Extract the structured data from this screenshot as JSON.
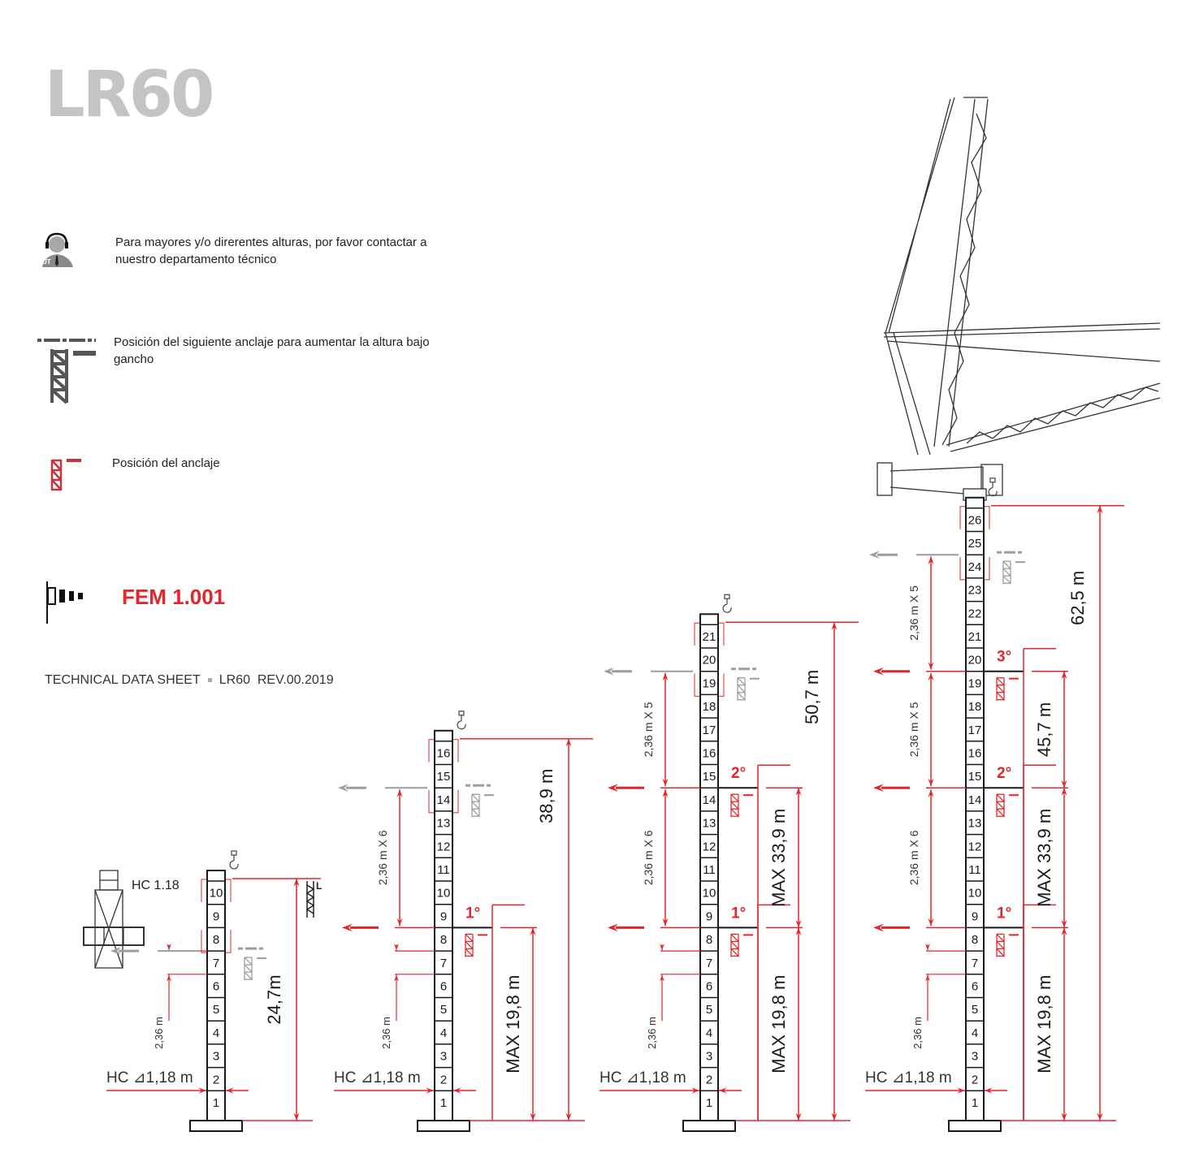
{
  "title": "LR60",
  "legend": {
    "contact": "Para mayores y/o direrentes alturas, por favor contactar a nuestro departamento técnico",
    "contact_badge": "UT",
    "next_anchor": "Posición del siguiente anclaje para aumentar la altura bajo gancho",
    "anchor": "Posición del anclaje"
  },
  "fem": "FEM 1.001",
  "footer": {
    "left": "TECHNICAL DATA SHEET",
    "right": "LR60  REV.00.2019"
  },
  "hc_detail": {
    "label": "HC 1.18",
    "l_label": "L"
  },
  "colors": {
    "red": "#e3262b",
    "gray": "#9d9d9d",
    "dark": "#1a1a1a"
  },
  "towers": [
    {
      "segments": 10,
      "height_label": "24,7m",
      "hc_label": "HC ⊿1,18 m",
      "bottom_spacing": "2,36 m",
      "anchors": [],
      "next_anchor": 7,
      "spacing_labels": [],
      "max_labels": []
    },
    {
      "segments": 16,
      "height_label": "38,9 m",
      "hc_label": "HC ⊿1,18 m",
      "bottom_spacing": "2,36 m",
      "anchors": [
        {
          "label": "1°",
          "at": 8
        }
      ],
      "next_anchor": 14,
      "spacing_labels": [
        "2,36 m X 6"
      ],
      "max_labels": [
        "MAX 19,8 m"
      ]
    },
    {
      "segments": 21,
      "height_label": "50,7 m",
      "hc_label": "HC ⊿1,18 m",
      "bottom_spacing": "2,36 m",
      "anchors": [
        {
          "label": "1°",
          "at": 8
        },
        {
          "label": "2°",
          "at": 14
        }
      ],
      "next_anchor": 19,
      "spacing_labels": [
        "2,36 m X 6",
        "2,36 m X 5"
      ],
      "max_labels": [
        "MAX 19,8 m",
        "MAX 33,9 m"
      ]
    },
    {
      "segments": 26,
      "height_label": "62,5 m",
      "hc_label": "HC ⊿1,18 m",
      "bottom_spacing": "2,36 m",
      "anchors": [
        {
          "label": "1°",
          "at": 8
        },
        {
          "label": "2°",
          "at": 14
        },
        {
          "label": "3°",
          "at": 19
        }
      ],
      "next_anchor": 24,
      "spacing_labels": [
        "2,36 m X 6",
        "2,36 m X 5",
        "2,36 m X 5"
      ],
      "max_labels": [
        "MAX 19,8 m",
        "MAX 33,9 m",
        "45,7 m"
      ]
    }
  ]
}
